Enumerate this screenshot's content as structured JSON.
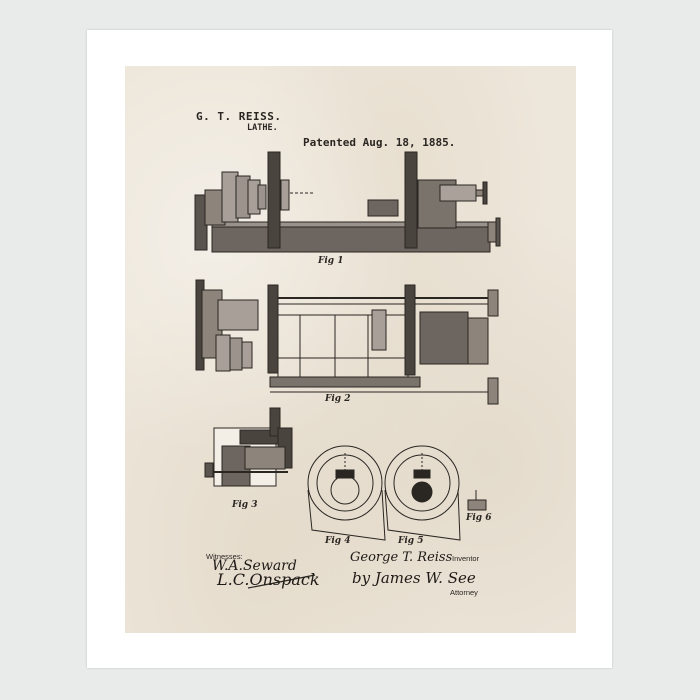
{
  "frame": {
    "background_color": "#e9eaea",
    "mat_color": "#ffffff",
    "paper_color": "#ede6da",
    "ink_color": "#2a2622"
  },
  "patent": {
    "inventor_name": "G. T. REISS.",
    "title": "LATHE.",
    "date": "Patented Aug. 18, 1885."
  },
  "figures": [
    {
      "id": "fig1",
      "caption": "Fig 1"
    },
    {
      "id": "fig2",
      "caption": "Fig 2"
    },
    {
      "id": "fig3",
      "caption": "Fig 3"
    },
    {
      "id": "fig4",
      "caption": "Fig 4"
    },
    {
      "id": "fig5",
      "caption": "Fig 5"
    },
    {
      "id": "fig6",
      "caption": "Fig 6"
    }
  ],
  "signatures": {
    "witnesses_label": "Witnesses:",
    "witness_1": "W.A.Seward",
    "witness_2": "L.C.Onspack",
    "inventor_signature": "George T. Reiss",
    "inventor_label": "Inventor",
    "attorney_signature": "by James W. See",
    "attorney_label": "Attorney"
  }
}
